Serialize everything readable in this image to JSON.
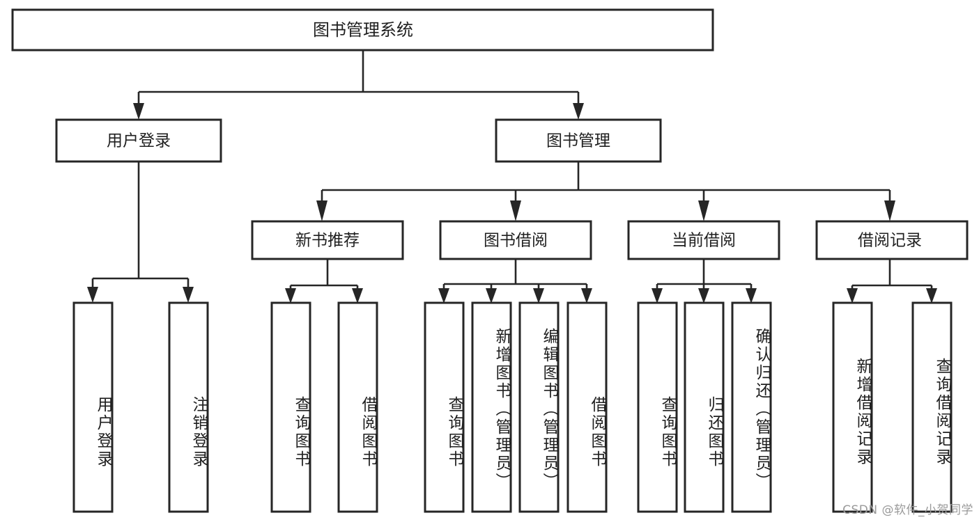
{
  "diagram": {
    "title": "图书管理系统",
    "type": "tree",
    "watermark": "CSDN @软件_小贺同学",
    "levels": {
      "root": {
        "label": "图书管理系统"
      },
      "level2": [
        {
          "label": "用户登录"
        },
        {
          "label": "图书管理"
        }
      ],
      "level3": [
        {
          "label": "新书推荐"
        },
        {
          "label": "图书借阅"
        },
        {
          "label": "当前借阅"
        },
        {
          "label": "借阅记录"
        }
      ],
      "leaves": {
        "user_login": [
          {
            "label": "用户登录"
          },
          {
            "label": "注销登录"
          }
        ],
        "new_book": [
          {
            "label": "查询图书"
          },
          {
            "label": "借阅图书"
          }
        ],
        "book_borrow": [
          {
            "label": "查询图书"
          },
          {
            "label": "新增图书（管理员）"
          },
          {
            "label": "编辑图书（管理员）"
          },
          {
            "label": "借阅图书"
          }
        ],
        "current_borrow": [
          {
            "label": "查询图书"
          },
          {
            "label": "归还图书"
          },
          {
            "label": "确认归还（管理员）"
          }
        ],
        "borrow_record": [
          {
            "label": "新增借阅记录"
          },
          {
            "label": "查询借阅记录"
          }
        ]
      }
    },
    "colors": {
      "box_border": "#262626",
      "box_fill": "#ffffff",
      "connector": "#262626",
      "text": "#1f1f1f",
      "watermark": "#9a9a9a",
      "background": "#ffffff"
    }
  }
}
